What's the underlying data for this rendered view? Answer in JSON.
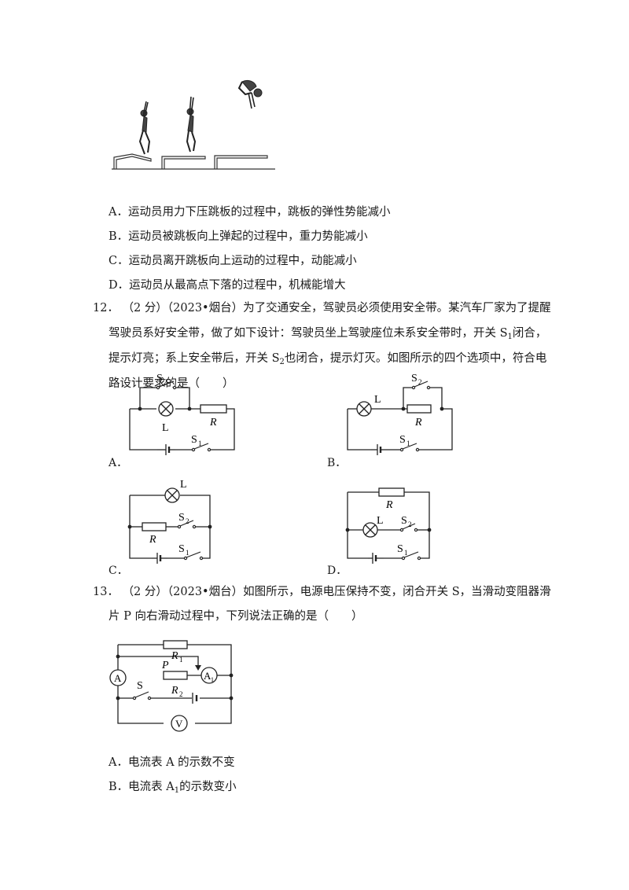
{
  "q11": {
    "options": [
      {
        "letter": "A．",
        "text": "运动员用力下压跳板的过程中，跳板的弹性势能减小"
      },
      {
        "letter": "B．",
        "text": "运动员被跳板向上弹起的过程中，重力势能减小"
      },
      {
        "letter": "C．",
        "text": "运动员离开跳板向上运动的过程中，动能减小"
      },
      {
        "letter": "D．",
        "text": "运动员从最高点下落的过程中，机械能增大"
      }
    ]
  },
  "q12": {
    "number": "12．",
    "score": "（2 分）",
    "source": "（2023•烟台）",
    "line1": "为了交通安全，驾驶员必须使用安全带。某汽车厂家为了提醒",
    "line2a": "驾驶员系好安全带，做了如下设计：驾驶员坐上驾驶座位未系安全带时，开关 S",
    "line2sub": "1",
    "line2b": "闭合，",
    "line3a": "提示灯亮；系上安全带后，开关 S",
    "line3sub": "2",
    "line3b": "也闭合，提示灯灭。如图所示的四个选项中，符合电",
    "line4": "路设计要求的是（　　）",
    "option_labels": [
      "A．",
      "B．",
      "C．",
      "D．"
    ],
    "labels": {
      "S": "S",
      "L": "L",
      "R": "R",
      "sub1": "1",
      "sub2": "2"
    }
  },
  "q13": {
    "number": "13．",
    "score": "（2 分）",
    "source": "（2023•烟台）",
    "line1": "如图所示，电源电压保持不变，闭合开关 S，当滑动变阻器滑",
    "line2": "片 P 向右滑动过程中，下列说法正确的是（　　）",
    "labels": {
      "R": "R",
      "sub1": "1",
      "sub2": "2",
      "P": "P",
      "A": "A",
      "S": "S",
      "V": "V"
    },
    "options": [
      {
        "letter": "A．",
        "text": "电流表 A 的示数不变"
      },
      {
        "letter": "B．",
        "text": "电流表 A",
        "sub": "1",
        "tail": "的示数变小"
      }
    ]
  }
}
